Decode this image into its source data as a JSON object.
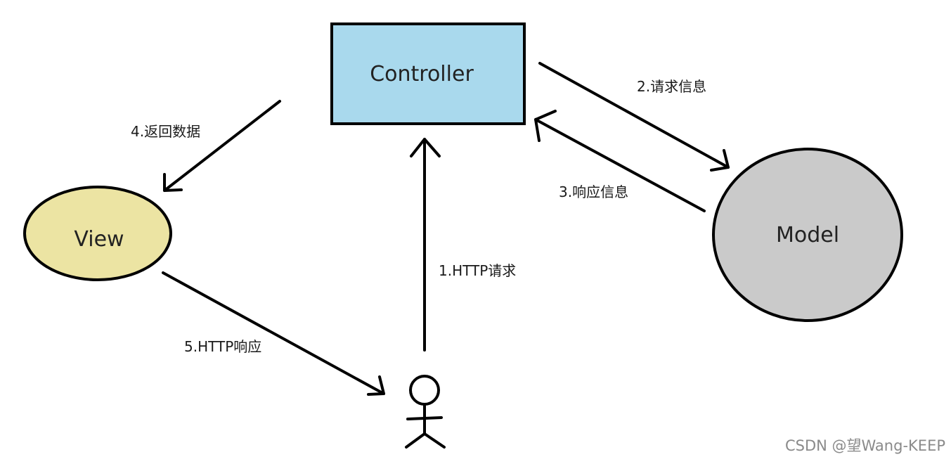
{
  "nodes": {
    "controller": {
      "label": "Controller",
      "fill": "#a9d9ed"
    },
    "view": {
      "label": "View",
      "fill": "#ece4a3"
    },
    "model": {
      "label": "Model",
      "fill": "#cacaca"
    },
    "user": {
      "icon": "stick-figure-icon"
    }
  },
  "edges": {
    "e1": {
      "label": "1.HTTP请求"
    },
    "e2": {
      "label": "2.请求信息"
    },
    "e3": {
      "label": "3.响应信息"
    },
    "e4": {
      "label": "4.返回数据"
    },
    "e5": {
      "label": "5.HTTP响应"
    }
  },
  "watermark": {
    "text": "CSDN @望Wang-KEEP"
  }
}
